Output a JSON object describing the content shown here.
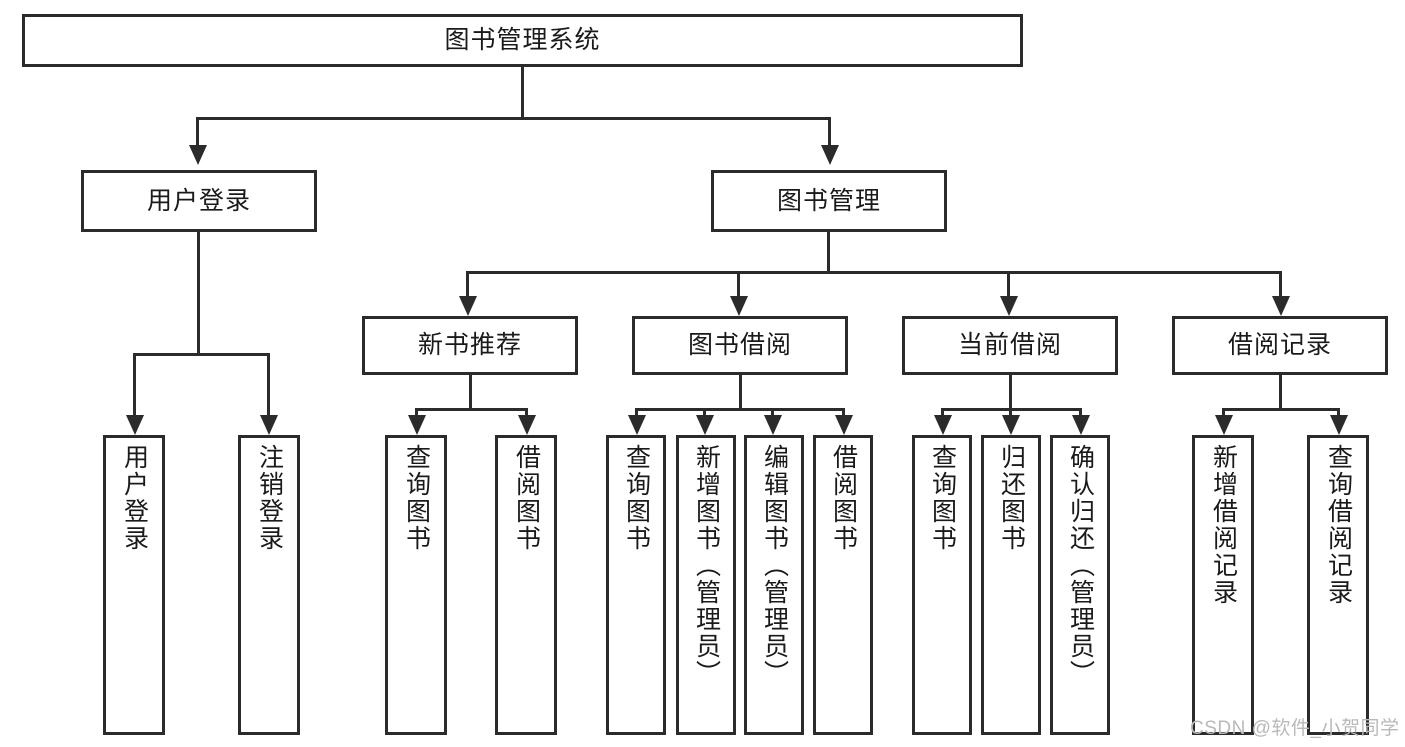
{
  "diagram": {
    "type": "tree-hierarchy",
    "title": "图书管理系统",
    "watermark": "CSDN @软件_小贺同学",
    "colors": {
      "stroke": "#2b2b2b",
      "fill": "#ffffff",
      "text": "#1a1a1a",
      "watermark": "#b9b9b9"
    },
    "nodes": {
      "root": {
        "label": "图书管理系统"
      },
      "level2": [
        {
          "label": "用户登录"
        },
        {
          "label": "图书管理"
        }
      ],
      "level3": [
        {
          "label": "新书推荐"
        },
        {
          "label": "图书借阅"
        },
        {
          "label": "当前借阅"
        },
        {
          "label": "借阅记录"
        }
      ],
      "leaves": {
        "user_login": [
          {
            "label": "用户登录"
          },
          {
            "label": "注销登录"
          }
        ],
        "new_book": [
          {
            "label": "查询图书"
          },
          {
            "label": "借阅图书"
          }
        ],
        "book_borrow": [
          {
            "label": "查询图书"
          },
          {
            "label": "新增图书（管理员）"
          },
          {
            "label": "编辑图书（管理员）"
          },
          {
            "label": "借阅图书"
          }
        ],
        "current_borrow": [
          {
            "label": "查询图书"
          },
          {
            "label": "归还图书"
          },
          {
            "label": "确认归还（管理员）"
          }
        ],
        "borrow_record": [
          {
            "label": "新增借阅记录"
          },
          {
            "label": "查询借阅记录"
          }
        ]
      }
    }
  }
}
